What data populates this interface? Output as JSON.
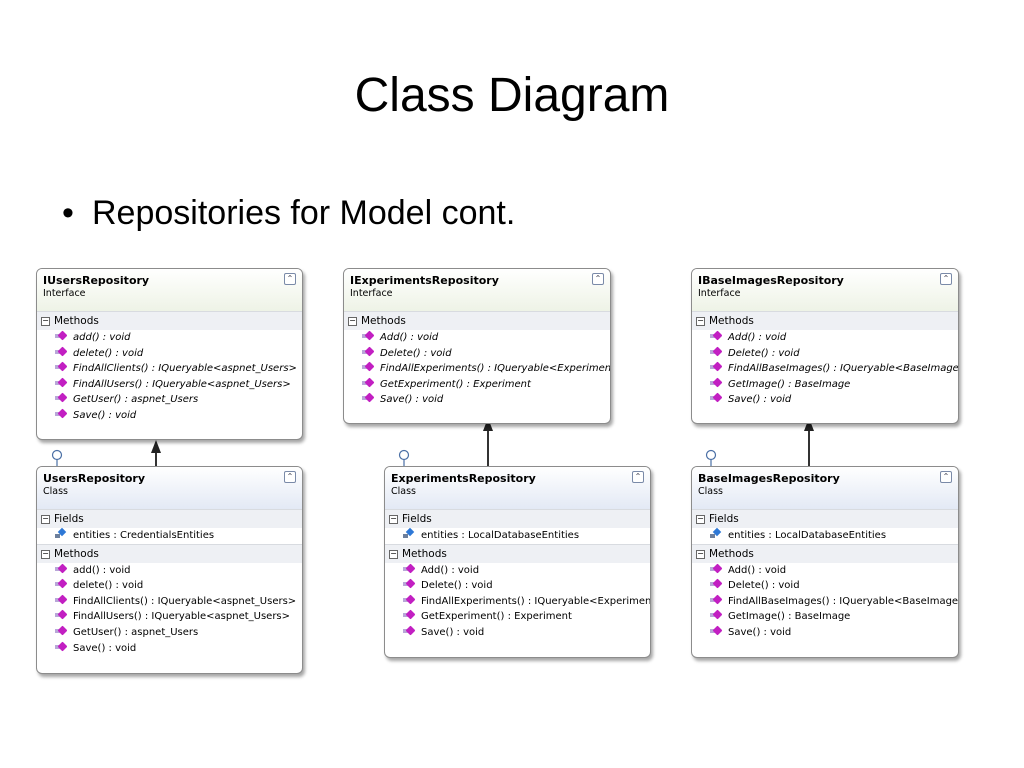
{
  "slide": {
    "title": "Class Diagram",
    "bullet": "Repositories for Model cont."
  },
  "icons": {
    "method": "method-icon",
    "field": "field-icon",
    "collapse": "chevron-up-icon",
    "lollipop": "interface-lollipop-icon"
  },
  "colors": {
    "interface_header": "#eef3e6",
    "class_header": "#e3e9f5",
    "method_icon": "#c21fc2",
    "field_icon": "#2e78d6"
  },
  "boxes": [
    {
      "name": "IUsersRepository",
      "kind": "Interface",
      "methods_label": "Methods",
      "methods": [
        "add() : void",
        "delete() : void",
        "FindAllClients() : IQueryable<aspnet_Users>",
        "FindAllUsers() : IQueryable<aspnet_Users>",
        "GetUser() : aspnet_Users",
        "Save() : void"
      ]
    },
    {
      "name": "IExperimentsRepository",
      "kind": "Interface",
      "methods_label": "Methods",
      "methods": [
        "Add() : void",
        "Delete() : void",
        "FindAllExperiments() : IQueryable<Experiment>",
        "GetExperiment() : Experiment",
        "Save() : void"
      ]
    },
    {
      "name": "IBaseImagesRepository",
      "kind": "Interface",
      "methods_label": "Methods",
      "methods": [
        "Add() : void",
        "Delete() : void",
        "FindAllBaseImages() : IQueryable<BaseImage>",
        "GetImage() : BaseImage",
        "Save() : void"
      ]
    },
    {
      "name": "UsersRepository",
      "kind": "Class",
      "fields_label": "Fields",
      "fields": [
        "entities : CredentialsEntities"
      ],
      "methods_label": "Methods",
      "methods": [
        "add() : void",
        "delete() : void",
        "FindAllClients() : IQueryable<aspnet_Users>",
        "FindAllUsers() : IQueryable<aspnet_Users>",
        "GetUser() : aspnet_Users",
        "Save() : void"
      ]
    },
    {
      "name": "ExperimentsRepository",
      "kind": "Class",
      "fields_label": "Fields",
      "fields": [
        "entities : LocalDatabaseEntities"
      ],
      "methods_label": "Methods",
      "methods": [
        "Add() : void",
        "Delete() : void",
        "FindAllExperiments()  :  IQueryable<Experimen...",
        "GetExperiment() : Experiment",
        "Save() : void"
      ]
    },
    {
      "name": "BaseImagesRepository",
      "kind": "Class",
      "fields_label": "Fields",
      "fields": [
        "entities : LocalDatabaseEntities"
      ],
      "methods_label": "Methods",
      "methods": [
        "Add() : void",
        "Delete() : void",
        "FindAllBaseImages() : IQueryable<BaseImage>",
        "GetImage() : BaseImage",
        "Save() : void"
      ]
    }
  ]
}
